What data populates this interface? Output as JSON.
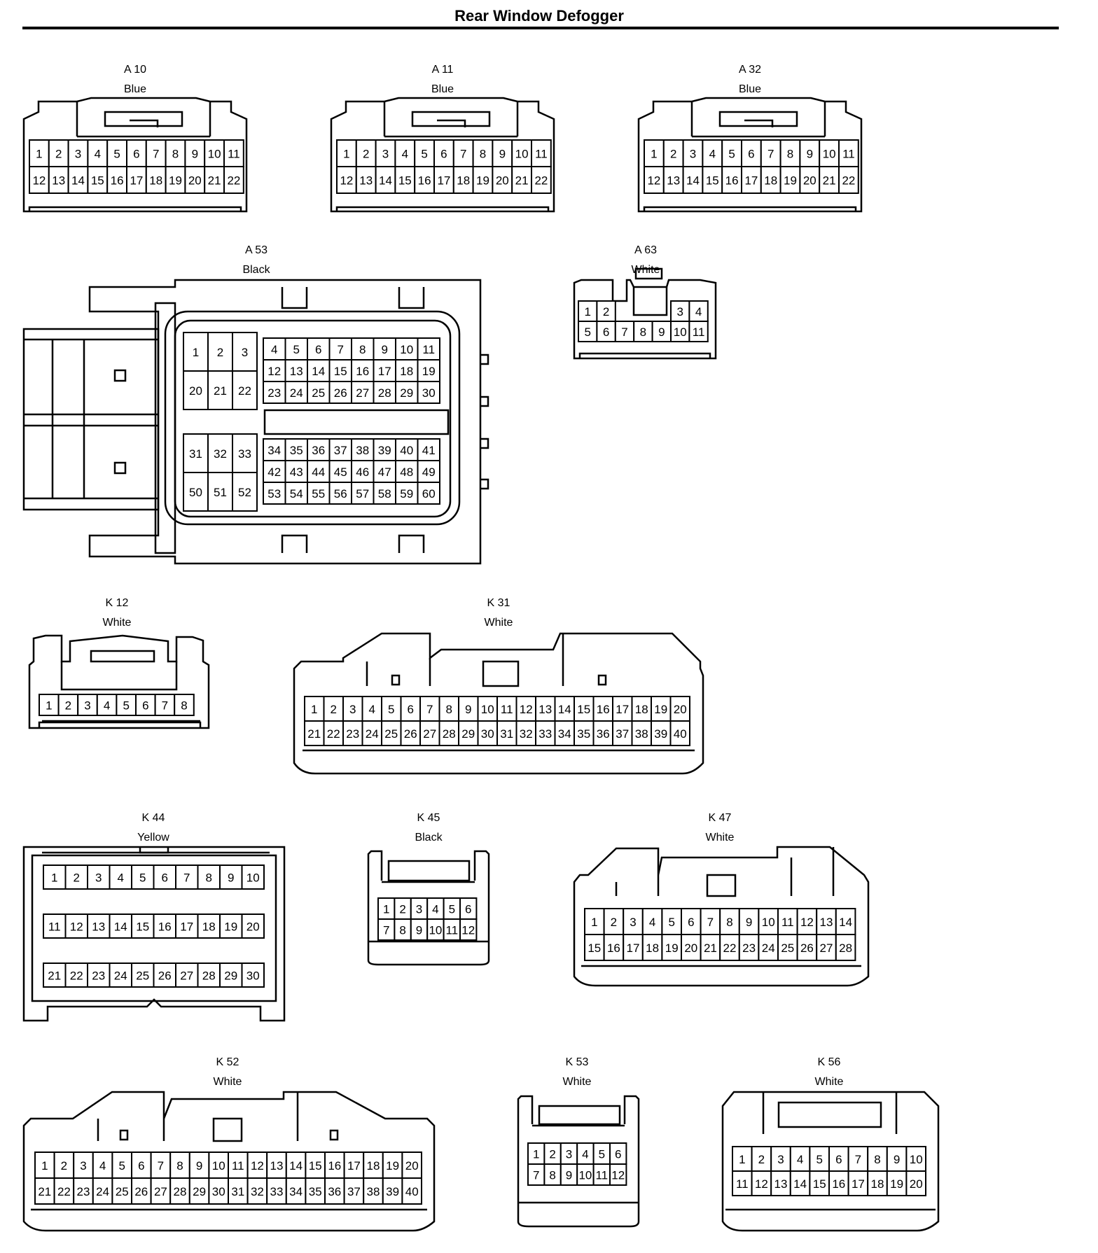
{
  "title": "Rear Window Defogger",
  "connectors": [
    {
      "id": "a10",
      "name": "A 10",
      "color": "Blue",
      "rows": [
        [
          "1",
          "2",
          "3",
          "4",
          "5",
          "6",
          "7",
          "8",
          "9",
          "10",
          "11"
        ],
        [
          "12",
          "13",
          "14",
          "15",
          "16",
          "17",
          "18",
          "19",
          "20",
          "21",
          "22"
        ]
      ]
    },
    {
      "id": "a11",
      "name": "A 11",
      "color": "Blue",
      "rows": [
        [
          "1",
          "2",
          "3",
          "4",
          "5",
          "6",
          "7",
          "8",
          "9",
          "10",
          "11"
        ],
        [
          "12",
          "13",
          "14",
          "15",
          "16",
          "17",
          "18",
          "19",
          "20",
          "21",
          "22"
        ]
      ]
    },
    {
      "id": "a32",
      "name": "A 32",
      "color": "Blue",
      "rows": [
        [
          "1",
          "2",
          "3",
          "4",
          "5",
          "6",
          "7",
          "8",
          "9",
          "10",
          "11"
        ],
        [
          "12",
          "13",
          "14",
          "15",
          "16",
          "17",
          "18",
          "19",
          "20",
          "21",
          "22"
        ]
      ]
    },
    {
      "id": "a53",
      "name": "A 53",
      "color": "Black",
      "blocks": [
        {
          "rows": [
            [
              "1",
              "2",
              "3"
            ],
            [
              "20",
              "21",
              "22"
            ]
          ]
        },
        {
          "rows": [
            [
              "4",
              "5",
              "6",
              "7",
              "8",
              "9",
              "10",
              "11"
            ],
            [
              "12",
              "13",
              "14",
              "15",
              "16",
              "17",
              "18",
              "19"
            ],
            [
              "23",
              "24",
              "25",
              "26",
              "27",
              "28",
              "29",
              "30"
            ]
          ]
        },
        {
          "rows": [
            [
              "31",
              "32",
              "33"
            ],
            [
              "50",
              "51",
              "52"
            ]
          ]
        },
        {
          "rows": [
            [
              "34",
              "35",
              "36",
              "37",
              "38",
              "39",
              "40",
              "41"
            ],
            [
              "42",
              "43",
              "44",
              "45",
              "46",
              "47",
              "48",
              "49"
            ],
            [
              "53",
              "54",
              "55",
              "56",
              "57",
              "58",
              "59",
              "60"
            ]
          ]
        }
      ]
    },
    {
      "id": "a63",
      "name": "A 63",
      "color": "White",
      "rows": [
        [
          "1",
          "2",
          "",
          "",
          "",
          "3",
          "4"
        ],
        [
          "5",
          "6",
          "7",
          "8",
          "9",
          "10",
          "11"
        ]
      ]
    },
    {
      "id": "k12",
      "name": "K 12",
      "color": "White",
      "rows": [
        [
          "1",
          "2",
          "3",
          "4",
          "5",
          "6",
          "7",
          "8"
        ]
      ]
    },
    {
      "id": "k31",
      "name": "K 31",
      "color": "White",
      "rows": [
        [
          "1",
          "2",
          "3",
          "4",
          "5",
          "6",
          "7",
          "8",
          "9",
          "10",
          "11",
          "12",
          "13",
          "14",
          "15",
          "16",
          "17",
          "18",
          "19",
          "20"
        ],
        [
          "21",
          "22",
          "23",
          "24",
          "25",
          "26",
          "27",
          "28",
          "29",
          "30",
          "31",
          "32",
          "33",
          "34",
          "35",
          "36",
          "37",
          "38",
          "39",
          "40"
        ]
      ]
    },
    {
      "id": "k44",
      "name": "K 44",
      "color": "Yellow",
      "rows": [
        [
          "1",
          "2",
          "3",
          "4",
          "5",
          "6",
          "7",
          "8",
          "9",
          "10"
        ],
        [
          "11",
          "12",
          "13",
          "14",
          "15",
          "16",
          "17",
          "18",
          "19",
          "20"
        ],
        [
          "21",
          "22",
          "23",
          "24",
          "25",
          "26",
          "27",
          "28",
          "29",
          "30"
        ]
      ]
    },
    {
      "id": "k45",
      "name": "K 45",
      "color": "Black",
      "rows": [
        [
          "1",
          "2",
          "3",
          "4",
          "5",
          "6"
        ],
        [
          "7",
          "8",
          "9",
          "10",
          "11",
          "12"
        ]
      ]
    },
    {
      "id": "k47",
      "name": "K 47",
      "color": "White",
      "rows": [
        [
          "1",
          "2",
          "3",
          "4",
          "5",
          "6",
          "7",
          "8",
          "9",
          "10",
          "11",
          "12",
          "13",
          "14"
        ],
        [
          "15",
          "16",
          "17",
          "18",
          "19",
          "20",
          "21",
          "22",
          "23",
          "24",
          "25",
          "26",
          "27",
          "28"
        ]
      ]
    },
    {
      "id": "k52",
      "name": "K 52",
      "color": "White",
      "rows": [
        [
          "1",
          "2",
          "3",
          "4",
          "5",
          "6",
          "7",
          "8",
          "9",
          "10",
          "11",
          "12",
          "13",
          "14",
          "15",
          "16",
          "17",
          "18",
          "19",
          "20"
        ],
        [
          "21",
          "22",
          "23",
          "24",
          "25",
          "26",
          "27",
          "28",
          "29",
          "30",
          "31",
          "32",
          "33",
          "34",
          "35",
          "36",
          "37",
          "38",
          "39",
          "40"
        ]
      ]
    },
    {
      "id": "k53",
      "name": "K 53",
      "color": "White",
      "rows": [
        [
          "1",
          "2",
          "3",
          "4",
          "5",
          "6"
        ],
        [
          "7",
          "8",
          "9",
          "10",
          "11",
          "12"
        ]
      ]
    },
    {
      "id": "k56",
      "name": "K 56",
      "color": "White",
      "rows": [
        [
          "1",
          "2",
          "3",
          "4",
          "5",
          "6",
          "7",
          "8",
          "9",
          "10"
        ],
        [
          "11",
          "12",
          "13",
          "14",
          "15",
          "16",
          "17",
          "18",
          "19",
          "20"
        ]
      ]
    }
  ]
}
